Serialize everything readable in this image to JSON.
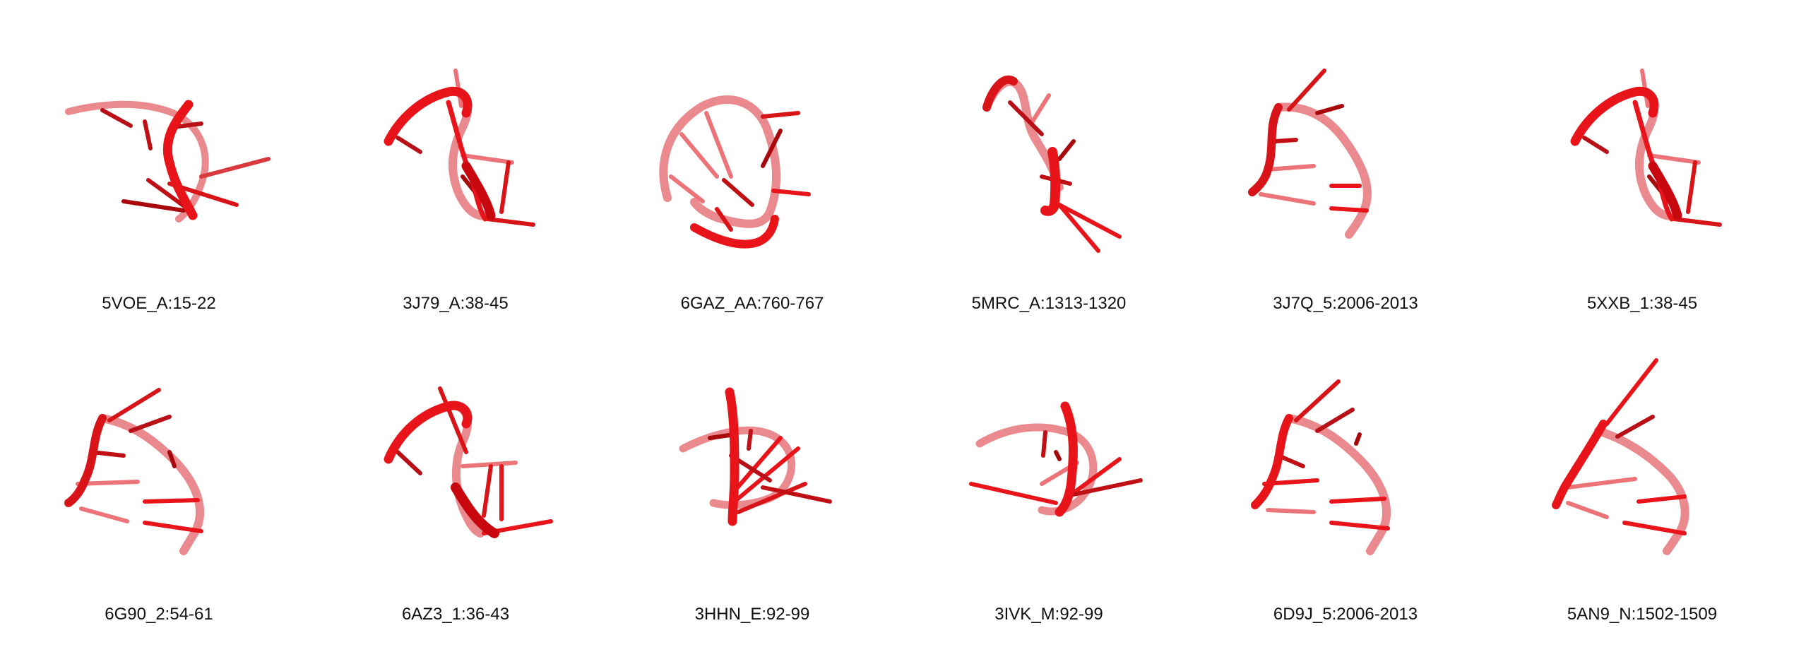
{
  "structures": [
    {
      "label": "5VOE_A:15-22"
    },
    {
      "label": "3J79_A:38-45"
    },
    {
      "label": "6GAZ_AA:760-767"
    },
    {
      "label": "5MRC_A:1313-1320"
    },
    {
      "label": "3J7Q_5:2006-2013"
    },
    {
      "label": "5XXB_1:38-45"
    },
    {
      "label": "6G90_2:54-61"
    },
    {
      "label": "6AZ3_1:36-43"
    },
    {
      "label": "3HHN_E:92-99"
    },
    {
      "label": "3IVK_M:92-99"
    },
    {
      "label": "6D9J_5:2006-2013"
    },
    {
      "label": "5AN9_N:1502-1509"
    }
  ],
  "colors": {
    "backbone_front": "#e8141a",
    "backbone_back": "#e87a7e",
    "base_dark": "#a8080c",
    "base_mid": "#d81418",
    "base_light": "#ec7478",
    "caption_text": "#111111"
  }
}
